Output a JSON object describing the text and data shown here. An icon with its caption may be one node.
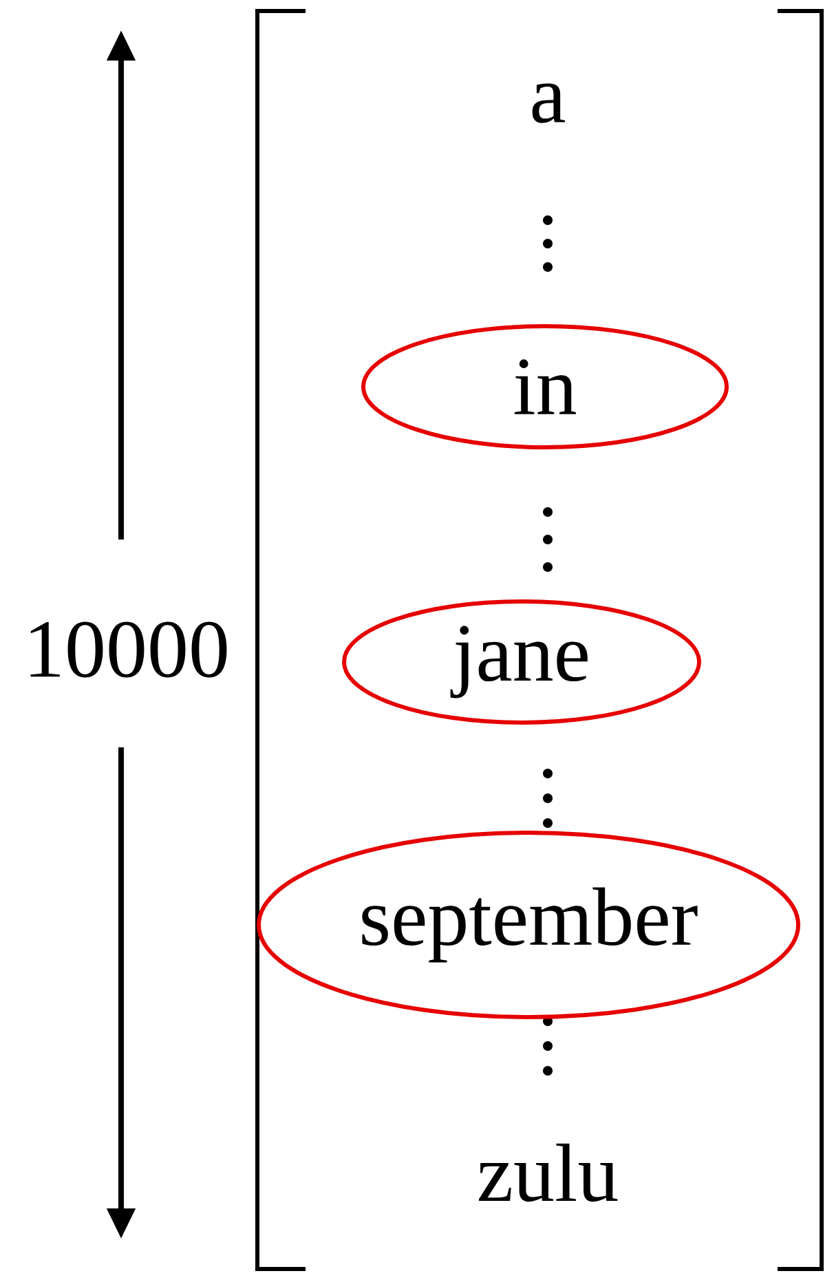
{
  "diagram": {
    "nodes": [
      {
        "text": [
          "in"
        ]
      },
      {
        "text": [
          "jane"
        ]
      },
      {
        "text": [
          "september"
        ]
      }
    ],
    "labels": [
      "a",
      "10000",
      "zulu"
    ]
  }
}
